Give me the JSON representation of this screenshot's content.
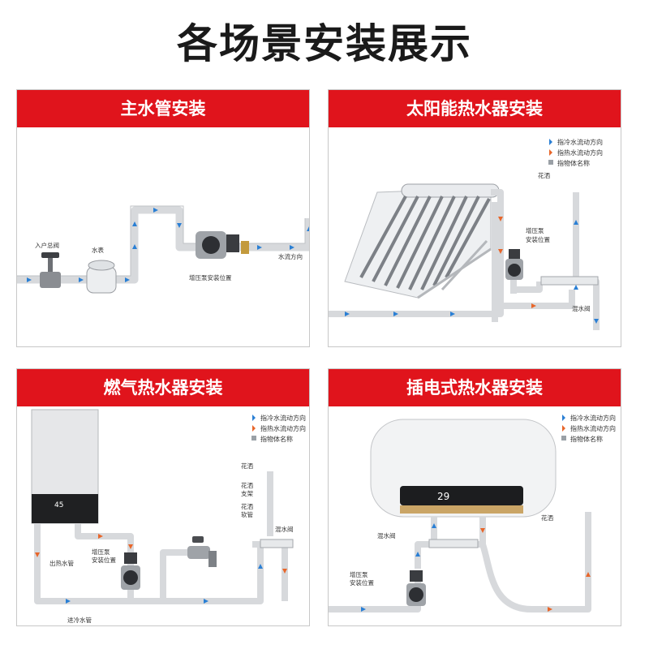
{
  "title": "各场景安装展示",
  "colors": {
    "header": "#e0141c",
    "pipe": "#d7d9dc",
    "cold_arrow": "#2a7fd4",
    "hot_arrow": "#e8662a"
  },
  "legend": {
    "cold": "指冷水流动方向",
    "hot": "指热水流动方向",
    "name": "指物体名称"
  },
  "panels": [
    {
      "title": "主水管安装",
      "labels": {
        "valve": "入户总阀",
        "meter": "水表",
        "flow": "水流方向",
        "pump": "增压泵安装位置"
      }
    },
    {
      "title": "太阳能热水器安装",
      "labels": {
        "shower": "花洒",
        "pump_l1": "增压泵",
        "pump_l2": "安装位置",
        "mix": "混水阀"
      }
    },
    {
      "title": "燃气热水器安装",
      "labels": {
        "shower": "花洒",
        "bracket_l1": "花洒",
        "bracket_l2": "支架",
        "hose_l1": "花洒",
        "hose_l2": "软管",
        "mix": "混水阀",
        "pump_l1": "增压泵",
        "pump_l2": "安装位置",
        "hot_out": "出热水管",
        "cold_in": "进冷水管",
        "display": "45"
      }
    },
    {
      "title": "插电式热水器安装",
      "labels": {
        "shower": "花洒",
        "mix": "混水阀",
        "pump_l1": "增压泵",
        "pump_l2": "安装位置",
        "display": "29"
      }
    }
  ]
}
